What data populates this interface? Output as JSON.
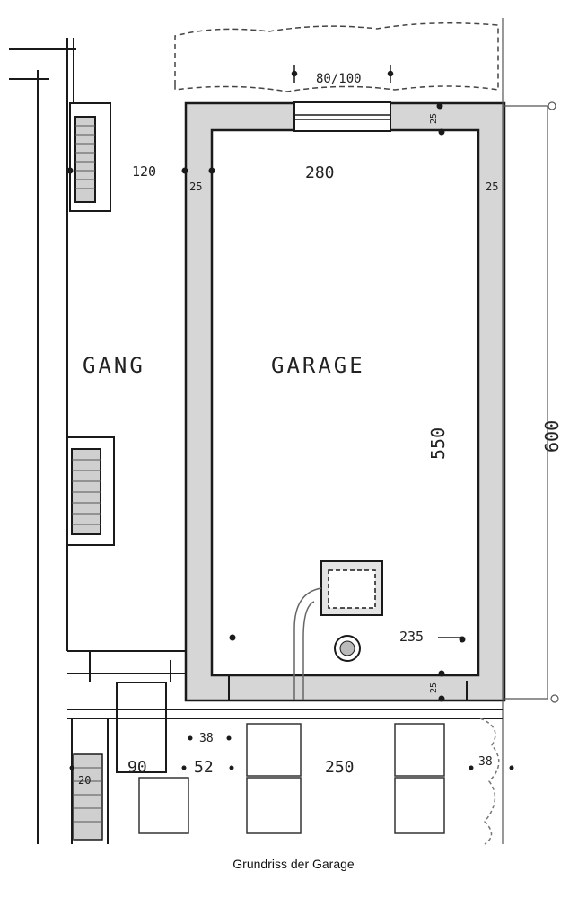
{
  "labels": {
    "room_gang": "GANG",
    "room_garage": "GARAGE",
    "window_top": "80/100",
    "dim_120": "120",
    "dim_280": "280",
    "dim_25_left": "25",
    "dim_25_right": "25",
    "dim_25_top": "25",
    "dim_25_bottom": "25",
    "dim_550": "550",
    "dim_600": "600",
    "dim_235": "235",
    "dim_38_left": "38",
    "dim_38_right": "38",
    "dim_90": "90",
    "dim_52": "52",
    "dim_250": "250",
    "dim_20": "20"
  },
  "caption": "Grundriss der Garage",
  "colors": {
    "ink": "#1a1a1a",
    "wall_fill": "#d6d6d6",
    "paper": "#ffffff"
  }
}
